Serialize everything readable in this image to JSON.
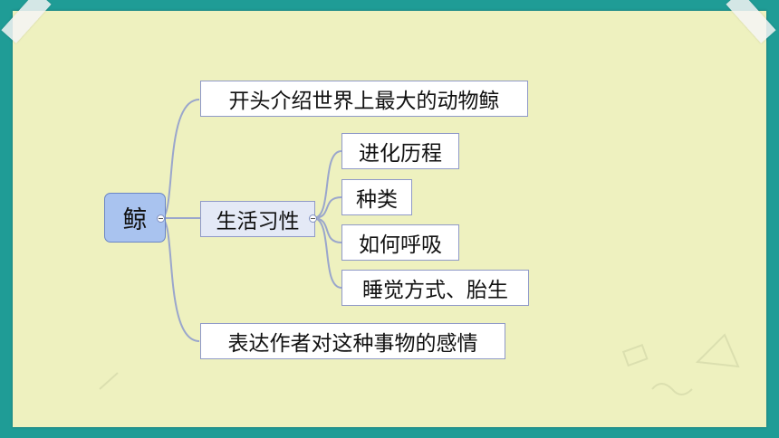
{
  "mindmap": {
    "root": "鲸",
    "branches": [
      {
        "label": "开头介绍世界上最大的动物鲸"
      },
      {
        "label": "生活习性",
        "children": [
          "进化历程",
          "种类",
          "如何呼吸",
          "睡觉方式、胎生"
        ]
      },
      {
        "label": "表达作者对这种事物的感情"
      }
    ]
  },
  "colors": {
    "frame": "#1f9c96",
    "paper": "#eef1bf",
    "root_fill": "#a9c3ef",
    "connector": "#9aa6cc"
  }
}
